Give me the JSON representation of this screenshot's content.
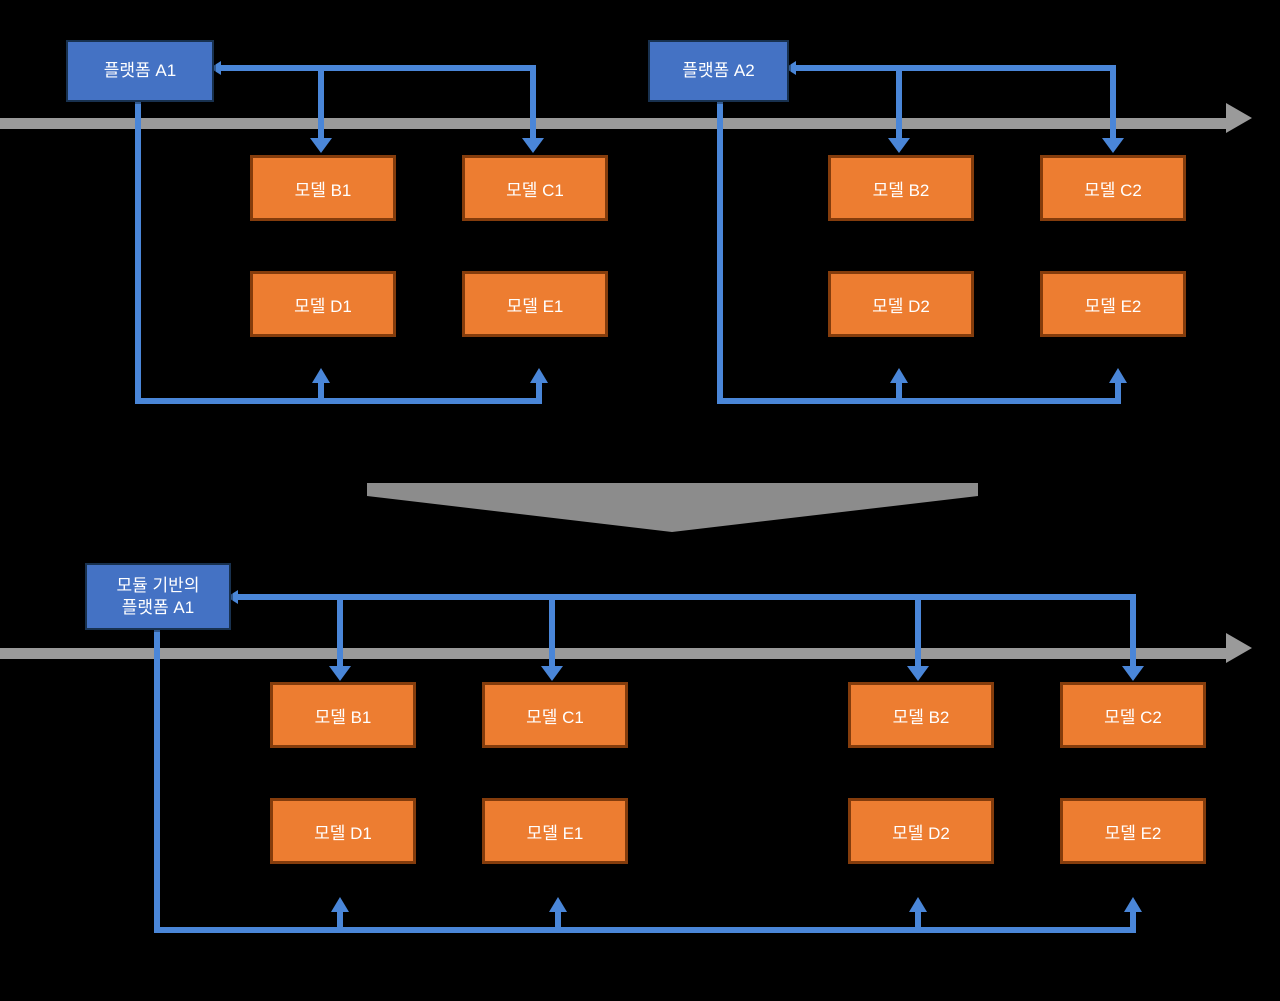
{
  "diagram": {
    "title_top": "",
    "colors": {
      "platform_fill": "#4472c4",
      "platform_border": "#18314f",
      "model_fill": "#ed7d31",
      "model_border": "#843c0c",
      "connector": "#4a86d8",
      "rail": "#9a9a9a",
      "background": "#000000"
    },
    "top_section": {
      "platforms": [
        {
          "label": "플랫폼 A1"
        },
        {
          "label": "플랫폼 A2"
        }
      ],
      "models_row1": [
        {
          "label": "모델 B1"
        },
        {
          "label": "모델 C1"
        },
        {
          "label": "모델 B2"
        },
        {
          "label": "모델 C2"
        }
      ],
      "models_row2": [
        {
          "label": "모델 D1"
        },
        {
          "label": "모델 E1"
        },
        {
          "label": "모델 D2"
        },
        {
          "label": "모델 E2"
        }
      ]
    },
    "transform_arrow": {
      "direction": "down",
      "shape": "chevron"
    },
    "bottom_section": {
      "platforms": [
        {
          "label_line1": "모듈 기반의",
          "label_line2": "플랫폼 A1"
        }
      ],
      "models_row1": [
        {
          "label": "모델 B1"
        },
        {
          "label": "모델 C1"
        },
        {
          "label": "모델 B2"
        },
        {
          "label": "모델 C2"
        }
      ],
      "models_row2": [
        {
          "label": "모델 D1"
        },
        {
          "label": "모델 E1"
        },
        {
          "label": "모델 D2"
        },
        {
          "label": "모델 E2"
        }
      ]
    }
  }
}
